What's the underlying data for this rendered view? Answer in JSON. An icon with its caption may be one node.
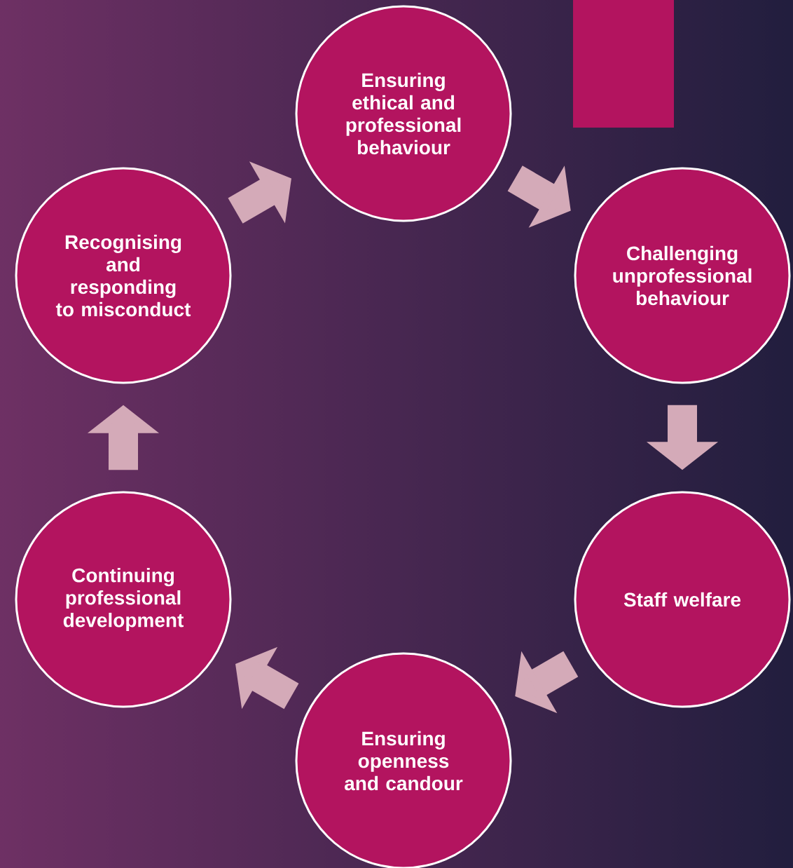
{
  "diagram": {
    "nodes": [
      {
        "text": [
          "Ensuring ethical and professional behaviour"
        ]
      },
      {
        "text": [
          "Challenging unprofessional behaviour"
        ]
      },
      {
        "text": [
          "Staff welfare"
        ]
      },
      {
        "text": [
          "Ensuring openness and candour"
        ]
      },
      {
        "text": [
          "Continuing professional development"
        ]
      },
      {
        "text": [
          "Recognising and responding to misconduct"
        ]
      }
    ],
    "edges": [
      {
        "from": 0,
        "to": 1,
        "arrow": "to"
      },
      {
        "from": 1,
        "to": 2,
        "arrow": "to"
      },
      {
        "from": 2,
        "to": 3,
        "arrow": "to"
      },
      {
        "from": 3,
        "to": 4,
        "arrow": "to"
      },
      {
        "from": 4,
        "to": 5,
        "arrow": "to"
      },
      {
        "from": 5,
        "to": 0,
        "arrow": "to"
      }
    ]
  }
}
